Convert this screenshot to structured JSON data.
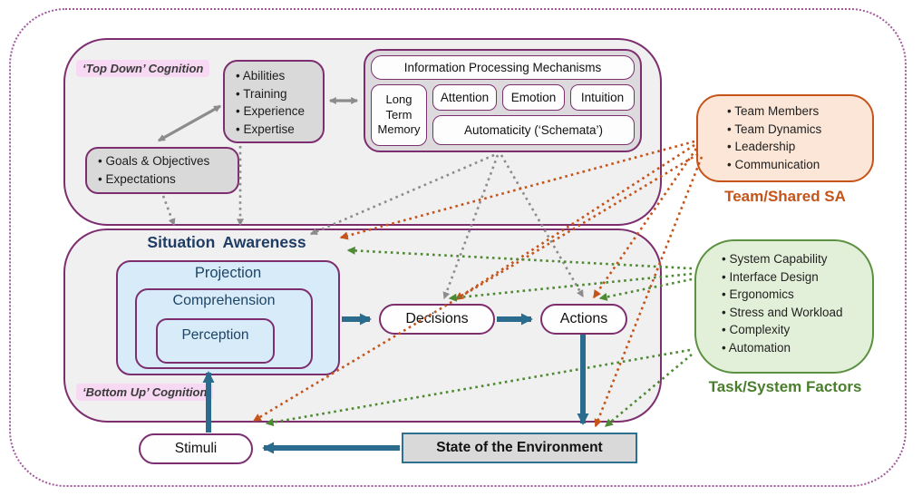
{
  "diagram": {
    "top_cognition": {
      "label": "‘Top Down’ Cognition",
      "goals_box": {
        "items": [
          "Goals & Objectives",
          "Expectations"
        ]
      },
      "abilities_box": {
        "items": [
          "Abilities",
          "Training",
          "Experience",
          "Expertise"
        ]
      },
      "ipm": {
        "title": "Information Processing Mechanisms",
        "long_term_memory": "Long Term Memory",
        "attention": "Attention",
        "emotion": "Emotion",
        "intuition": "Intuition",
        "automaticity": "Automaticity (‘Schemata’)"
      }
    },
    "sa_core": {
      "title": "Situation Awareness",
      "bottom_label": "‘Bottom Up’ Cognition",
      "projection": "Projection",
      "comprehension": "Comprehension",
      "perception": "Perception"
    },
    "process": {
      "decisions": "Decisions",
      "actions": "Actions",
      "stimuli": "Stimuli",
      "environment": "State of the Environment"
    },
    "team_sa": {
      "items": [
        "Team Members",
        "Team Dynamics",
        "Leadership",
        "Communication"
      ],
      "caption": "Team/Shared SA"
    },
    "task_system": {
      "items": [
        "System Capability",
        "Interface Design",
        "Ergonomics",
        "Stress and Workload",
        "Complexity",
        "Automation"
      ],
      "caption": "Task/System Factors"
    },
    "colors": {
      "purple_border": "#7d2e6f",
      "outer_dashed": "#a05a9c",
      "container_fill": "#f1f0f1",
      "grey_box_fill": "#d9d9d9",
      "blue_fill": "#d8ebf9",
      "navy_text": "#1e3c64",
      "teal_arrow": "#2b6b8d",
      "orange_accent": "#c5541a",
      "team_fill": "#fbe6d7",
      "green_accent": "#4e8a33",
      "task_fill": "#e3f0d9",
      "grey_arrow": "#8c8c8c"
    }
  }
}
